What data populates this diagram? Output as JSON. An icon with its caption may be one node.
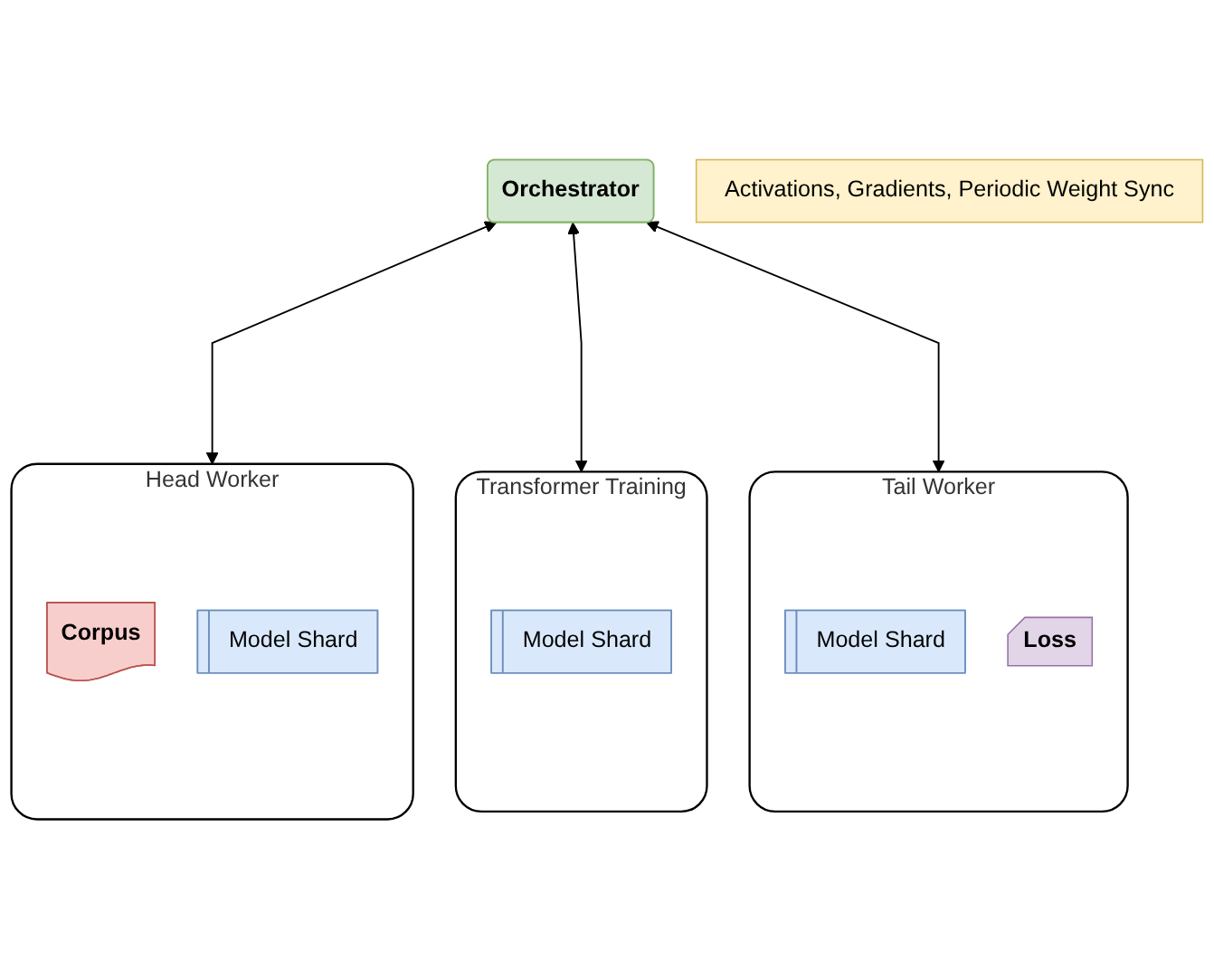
{
  "diagram": {
    "nodes": [
      {
        "text": [
          "Orchestrator"
        ]
      },
      {
        "text": [
          "Activations, Gradients, Periodic Weight Sync"
        ]
      },
      {
        "text": [
          "Head Worker"
        ]
      },
      {
        "text": [
          "Corpus"
        ],
        "in": 2
      },
      {
        "text": [
          "Model Shard"
        ],
        "in": 2
      },
      {
        "text": [
          "Transformer Training"
        ]
      },
      {
        "text": [
          "Model Shard"
        ],
        "in": 5
      },
      {
        "text": [
          "Tail Worker"
        ]
      },
      {
        "text": [
          "Model Shard"
        ],
        "in": 7
      },
      {
        "text": [
          "Loss"
        ],
        "in": 7
      }
    ],
    "edges": [
      {
        "from": 0,
        "to": 2,
        "arrow": "both"
      },
      {
        "from": 0,
        "to": 5,
        "arrow": "both"
      },
      {
        "from": 0,
        "to": 7,
        "arrow": "both"
      }
    ]
  }
}
